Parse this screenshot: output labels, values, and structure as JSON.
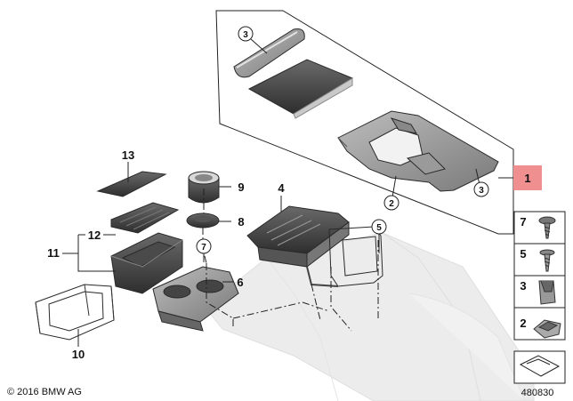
{
  "callouts": {
    "c1": "1",
    "c2": "2",
    "c3a": "3",
    "c3b": "3",
    "c4": "4",
    "c5": "5",
    "c6": "6",
    "c7": "7",
    "c8": "8",
    "c9": "9",
    "c10": "10",
    "c11": "11",
    "c12": "12",
    "c13": "13"
  },
  "legend": {
    "items": [
      {
        "number": "7",
        "icon": "screw-pan-head-icon"
      },
      {
        "number": "5",
        "icon": "screw-flat-head-icon"
      },
      {
        "number": "3",
        "icon": "clip-icon"
      },
      {
        "number": "2",
        "icon": "nut-clip-icon"
      }
    ],
    "arrow_icon": "direction-arrow-icon"
  },
  "footer": {
    "copyright": "© 2016 BMW AG",
    "diagram_number": "480830"
  },
  "colors": {
    "highlight_box": "#ef8f8f",
    "frame": "#222222"
  }
}
